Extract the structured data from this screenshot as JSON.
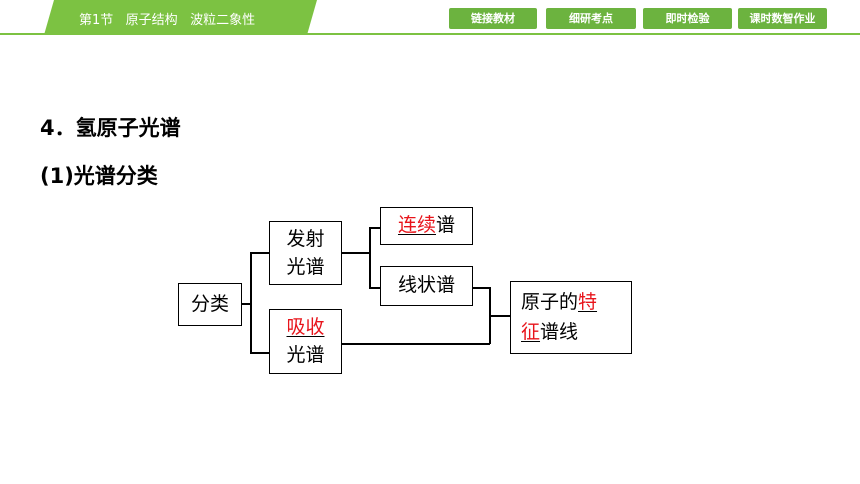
{
  "header": {
    "section_title": "第1节   原子结构   波粒二象性",
    "nav": [
      "链接教材",
      "细研考点",
      "即时检验",
      "课时数智作业"
    ]
  },
  "content": {
    "heading": "4．氢原子光谱",
    "subheading": "(1)光谱分类"
  },
  "diagram": {
    "root": "分类",
    "emission_line1": "发射",
    "emission_line2": "光谱",
    "continuous_blank": "连续",
    "continuous_suffix": "谱",
    "line_spectrum": "线状谱",
    "absorption_blank": "吸收",
    "absorption_line2": "光谱",
    "feature_prefix": "原子的",
    "feature_blank_1": "特",
    "feature_blank_2": "征",
    "feature_suffix": "谱线"
  },
  "colors": {
    "accent_green": "#7cc242",
    "answer_red": "#e8141b"
  }
}
